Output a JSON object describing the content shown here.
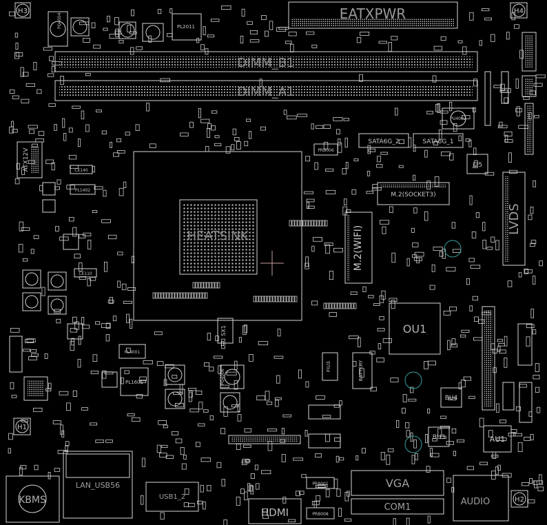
{
  "colors": {
    "background": "#000000",
    "outline": "#d8d8d8",
    "label": "#c8c8c8",
    "dim_label": "#9a9a9a",
    "via_ring": "#3aa0a0",
    "cursor": "#c8a0a0"
  },
  "labels": {
    "h3": "H3",
    "h4": "H4",
    "h1": "H1",
    "h2": "H2",
    "eatxpwr": "EATXPWR",
    "pl2011": "PL2011",
    "pq4004": "PQ4004",
    "dimm_b1": "DIMM_B1",
    "dimm_a1": "DIMM_A1",
    "pu4002": "PU4002",
    "atx12v": "ATX12V",
    "heatsink": "HEATSINK",
    "sata_2": "SATA6G_2",
    "sata_1": "SATA6G_1",
    "m2_socket3": "M.2(SOCKET3)",
    "m2_wifi": "M.2(WIFI)",
    "lvds": "LVDS",
    "j25": "J25",
    "prb006": "PRB006",
    "ou1": "OU1",
    "bu4": "BU4",
    "bu3": "BU3",
    "au1": "AU1",
    "battery": "BATTERY",
    "fiu3": "FIU3",
    "sx1": "SX1",
    "pl1601": "PL1601",
    "pl4001": "PL4001",
    "pq4006": "PQ4006",
    "kbms": "KBMS",
    "lan_usb": "LAN_USB56",
    "usb12": "USB1_2",
    "hdmi": "HDMI",
    "vga": "VGA",
    "com1": "COM1",
    "audio": "AUDIO",
    "prb001": "PRB001",
    "prb008": "PRB008",
    "ce140": "CE140",
    "pl1402": "PL1402",
    "ce110": "CE110"
  }
}
